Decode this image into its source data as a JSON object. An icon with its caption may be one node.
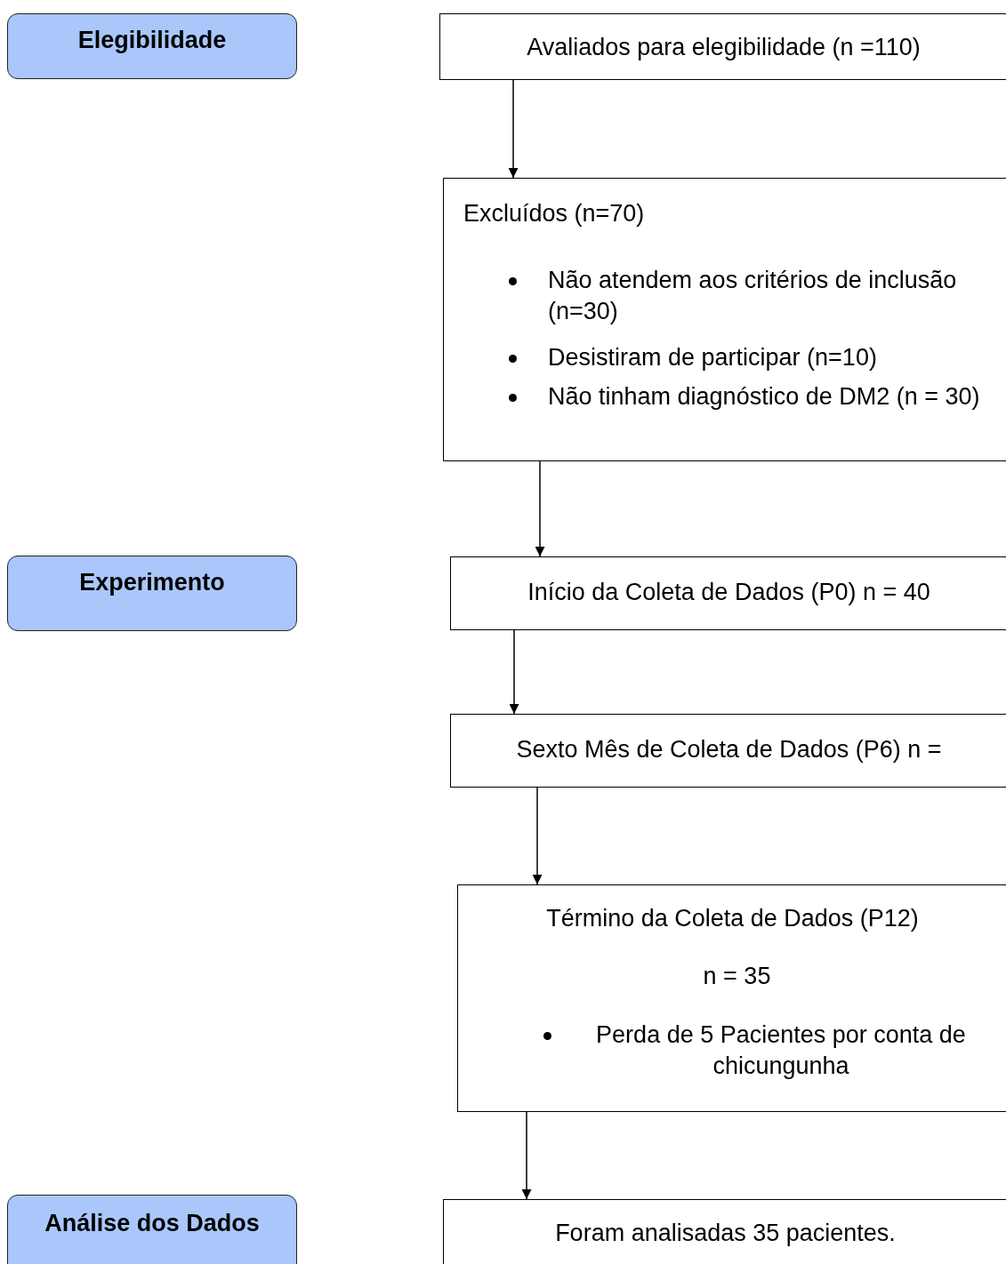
{
  "diagram": {
    "nodes": [
      {
        "text": [
          "Elegibilidade"
        ]
      },
      {
        "text": [
          "Avaliados para elegibilidade (n =110)"
        ]
      },
      {
        "text": [
          "Excluídos (n=70)",
          "Não atendem aos critérios de inclusão (n=30)",
          "Desistiram de participar (n=10)",
          "Não tinham diagnóstico de DM2 (n = 30)"
        ]
      },
      {
        "text": [
          "Experimento"
        ]
      },
      {
        "text": [
          "Início da Coleta de Dados (P0) n = 40"
        ]
      },
      {
        "text": [
          "Sexto Mês de Coleta de Dados (P6) n ="
        ]
      },
      {
        "text": [
          "Término da Coleta de Dados (P12)",
          "n = 35",
          "Perda de 5 Pacientes por conta de chicungunha"
        ]
      },
      {
        "text": [
          "Análise dos Dados"
        ]
      },
      {
        "text": [
          "Foram analisadas 35 pacientes."
        ]
      }
    ],
    "edges": [
      {
        "from": 1,
        "to": 2,
        "arrow": "to"
      },
      {
        "from": 2,
        "to": 4,
        "arrow": "to"
      },
      {
        "from": 4,
        "to": 5,
        "arrow": "to"
      },
      {
        "from": 5,
        "to": 6,
        "arrow": "to"
      },
      {
        "from": 6,
        "to": 8,
        "arrow": "to"
      }
    ]
  }
}
